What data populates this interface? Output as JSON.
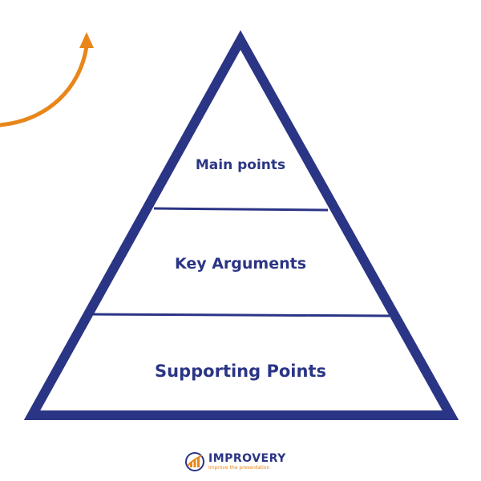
{
  "colors": {
    "primary": "#2b3585",
    "accent": "#e8861a"
  },
  "pyramid": {
    "tiers": [
      {
        "label": "Main points"
      },
      {
        "label": "Key Arguments"
      },
      {
        "label": "Supporting Points"
      }
    ]
  },
  "decoration": {
    "arrow_icon": "curved-up-arrow-icon"
  },
  "logo": {
    "name": "IMPROVERY",
    "tagline": "Improve the presentation",
    "icon": "bar-chart-swoosh-icon"
  }
}
